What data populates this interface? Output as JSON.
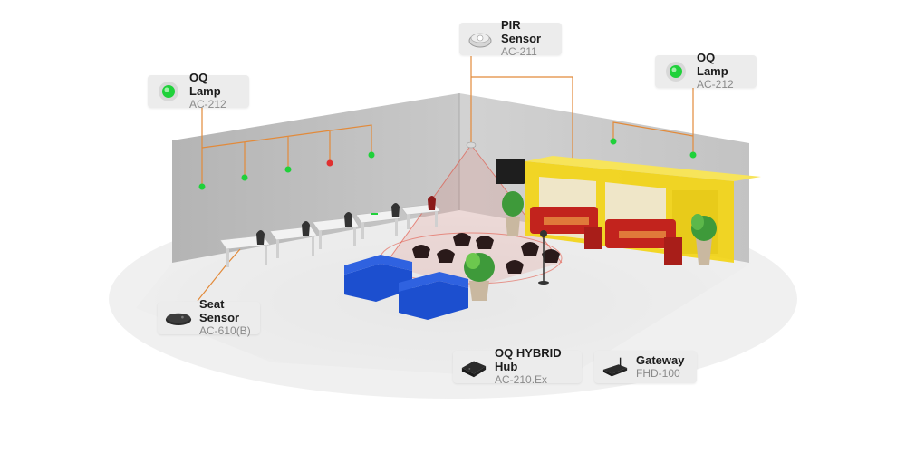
{
  "colors": {
    "wire": "#e28a3a",
    "lamp_green": "#1fd13a",
    "lamp_red": "#e03030",
    "booth_yellow": "#f2d51b",
    "sofa_red": "#c2231d",
    "sofa_blue": "#1c4fcf",
    "callout_bg": "#ececec"
  },
  "callouts": {
    "pir_sensor": {
      "name": "PIR Sensor",
      "model": "AC-211",
      "icon": "pir-sensor-icon"
    },
    "lamp_left": {
      "name": "OQ Lamp",
      "model": "AC-212",
      "icon": "green-lamp-icon"
    },
    "lamp_right": {
      "name": "OQ Lamp",
      "model": "AC-212",
      "icon": "green-lamp-icon"
    },
    "seat_sensor": {
      "name": "Seat Sensor",
      "model": "AC-610(B)",
      "icon": "seat-sensor-icon"
    },
    "hybrid_hub": {
      "name": "OQ HYBRID Hub",
      "model": "AC-210.Ex",
      "icon": "hub-icon"
    },
    "gateway": {
      "name": "Gateway",
      "model": "FHD-100",
      "icon": "gateway-icon"
    }
  }
}
